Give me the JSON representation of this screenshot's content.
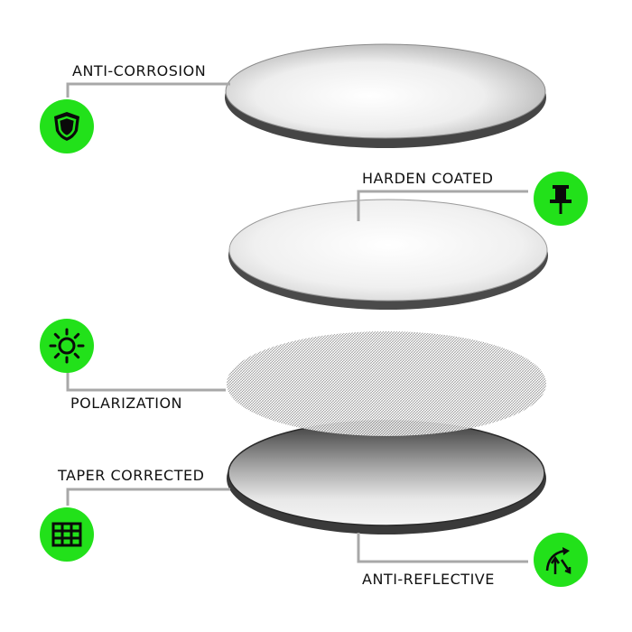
{
  "colors": {
    "badge": "#22e11a",
    "icon": "#0a0a0a",
    "connector": "#a8a8a8",
    "label": "#111111"
  },
  "layers": [
    {
      "name": "lens-layer-anti-corrosion",
      "style": "clear-bright"
    },
    {
      "name": "lens-layer-harden-coated",
      "style": "clear-light"
    },
    {
      "name": "lens-layer-polarization",
      "style": "mesh"
    },
    {
      "name": "lens-layer-tinted",
      "style": "dark-gradient"
    }
  ],
  "features": [
    {
      "key": "anti_corrosion",
      "label": "ANTI-CORROSION",
      "icon": "shield-icon"
    },
    {
      "key": "harden_coated",
      "label": "HARDEN COATED",
      "icon": "push-pin-icon"
    },
    {
      "key": "polarization",
      "label": "POLARIZATION",
      "icon": "sun-icon"
    },
    {
      "key": "taper_corrected",
      "label": "TAPER CORRECTED",
      "icon": "grid-icon"
    },
    {
      "key": "anti_reflective",
      "label": "ANTI-REFLECTIVE",
      "icon": "reflection-arrow-icon"
    }
  ]
}
